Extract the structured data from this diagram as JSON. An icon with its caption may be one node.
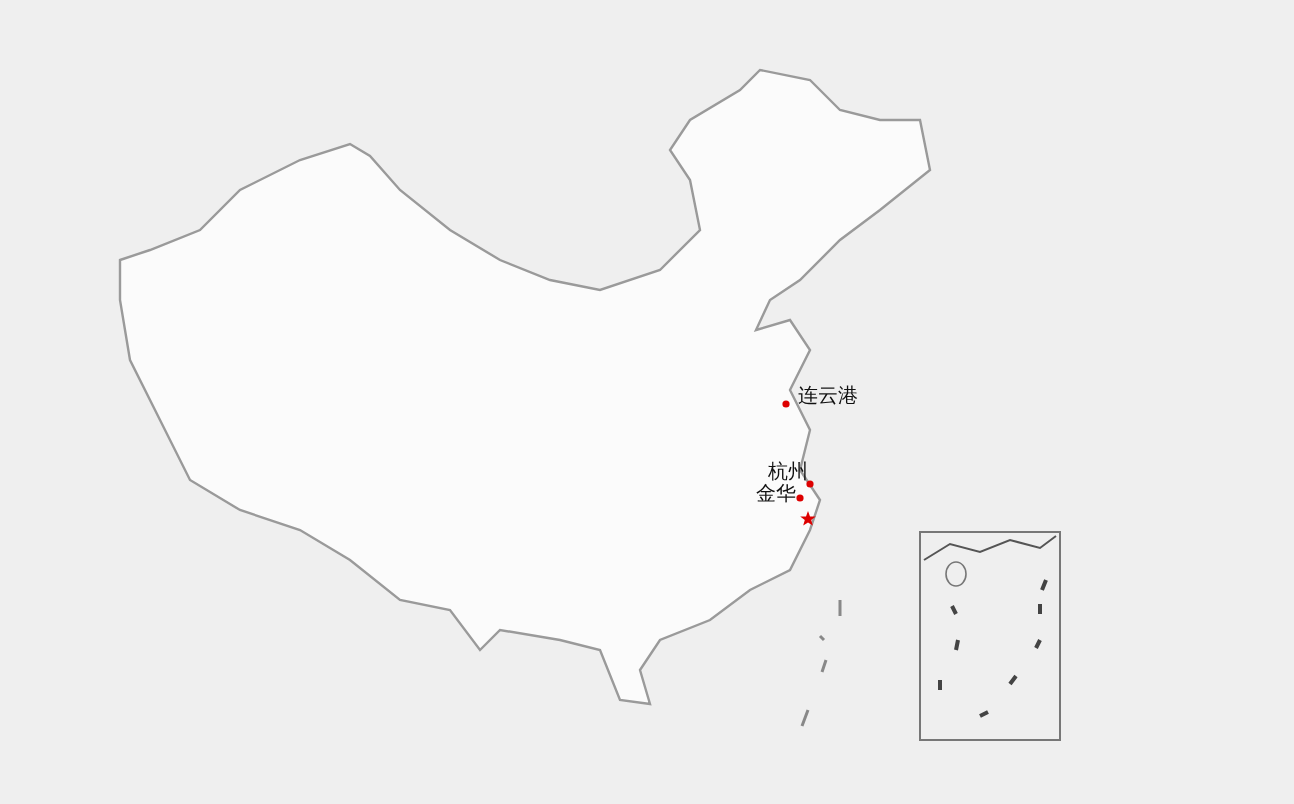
{
  "diagram": {
    "labels": [
      "连云港",
      "杭州",
      "金华"
    ]
  }
}
